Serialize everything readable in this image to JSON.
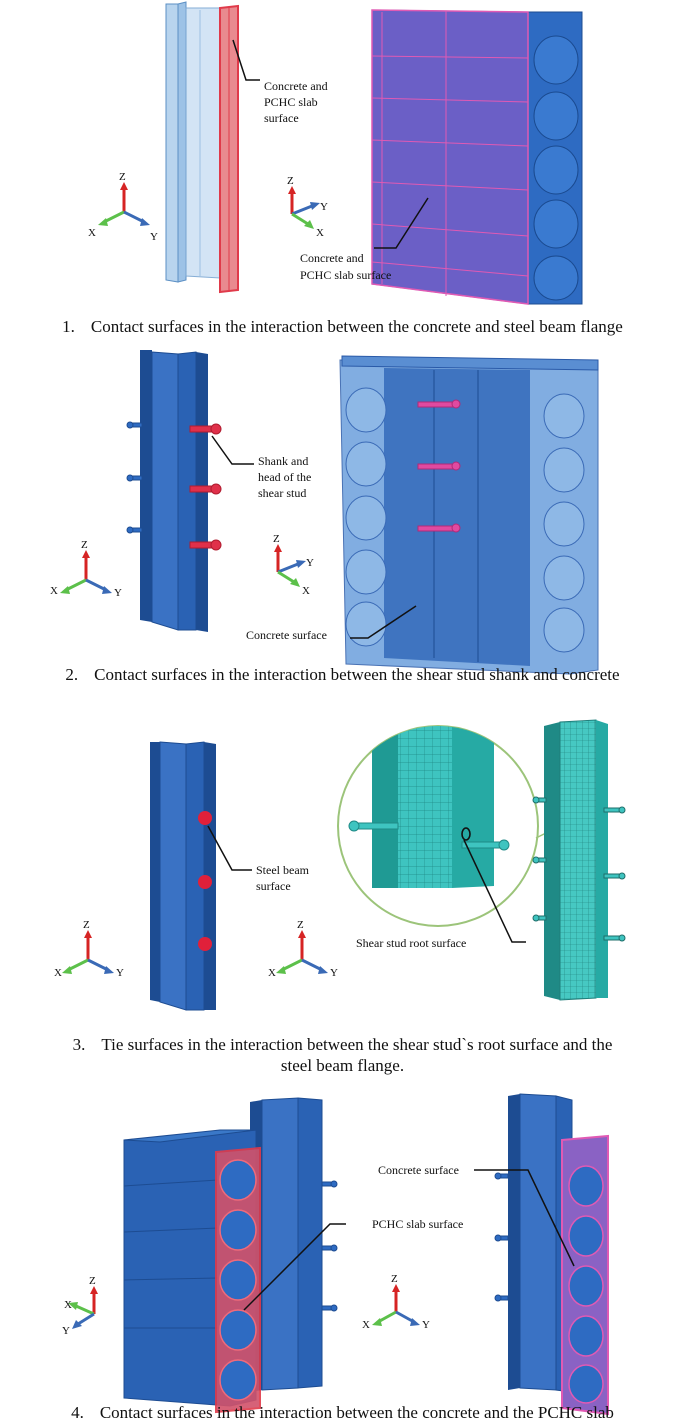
{
  "panels": [
    {
      "caption_number": "1.",
      "caption": "Contact surfaces in the interaction between the concrete and steel beam flange",
      "label_left": [
        "Concrete and",
        "PCHC slab",
        "surface"
      ],
      "label_right": [
        "Concrete and",
        "PCHC slab surface"
      ]
    },
    {
      "caption_number": "2.",
      "caption": "Contact surfaces in the interaction between the shear stud shank and concrete",
      "label_left": [
        "Shank and",
        "head of the",
        "shear stud"
      ],
      "label_right": "Concrete surface"
    },
    {
      "caption_number": "3.",
      "caption_line1": "Tie surfaces in the interaction between the shear stud`s root surface and the",
      "caption_line2": "steel beam flange.",
      "label_left": [
        "Steel beam",
        "surface"
      ],
      "label_right": "Shear stud root surface"
    },
    {
      "caption_number": "4.",
      "caption": "Contact surfaces in the interaction between the concrete and the PCHC slab",
      "label_left": "PCHC slab surface",
      "label_right": "Concrete surface"
    }
  ],
  "axes": {
    "x": "X",
    "y": "Y",
    "z": "Z"
  },
  "colors": {
    "steel": "#2a62b4",
    "steel_dark": "#1d4c92",
    "highlight_red": "#e03a4a",
    "slab_purple": "#6a5bc0",
    "mesh_teal": "#3ec4c0",
    "zoom_circle": "#9cc47a",
    "axis_red": "#d62424",
    "axis_green": "#5cc04a",
    "axis_blue": "#3a6ab6"
  }
}
